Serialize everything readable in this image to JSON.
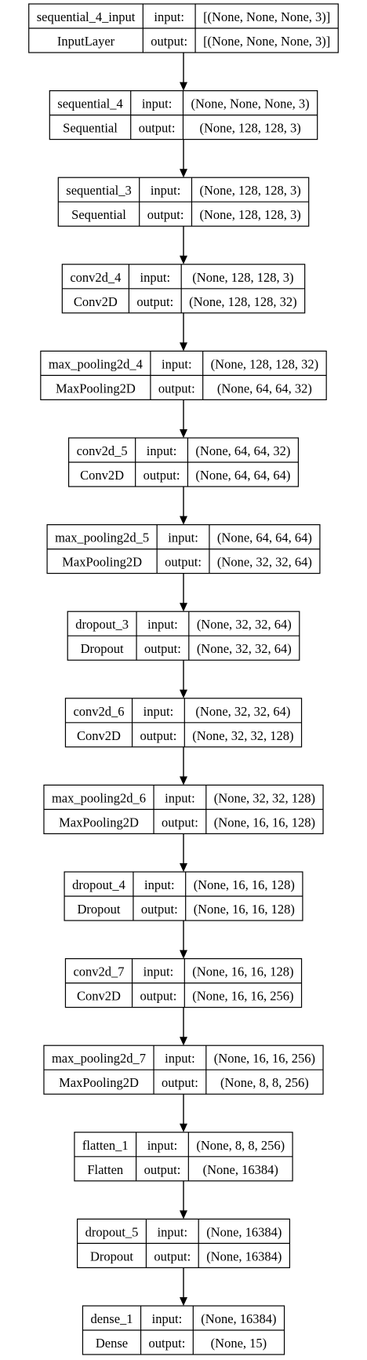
{
  "labels": {
    "input": "input:",
    "output": "output:"
  },
  "layers": [
    {
      "name": "sequential_4_input",
      "type": "InputLayer",
      "input_shape": "[(None, None, None, 3)]",
      "output_shape": "[(None, None, None, 3)]"
    },
    {
      "name": "sequential_4",
      "type": "Sequential",
      "input_shape": "(None, None, None, 3)",
      "output_shape": "(None, 128, 128, 3)"
    },
    {
      "name": "sequential_3",
      "type": "Sequential",
      "input_shape": "(None, 128, 128, 3)",
      "output_shape": "(None, 128, 128, 3)"
    },
    {
      "name": "conv2d_4",
      "type": "Conv2D",
      "input_shape": "(None, 128, 128, 3)",
      "output_shape": "(None, 128, 128, 32)"
    },
    {
      "name": "max_pooling2d_4",
      "type": "MaxPooling2D",
      "input_shape": "(None, 128, 128, 32)",
      "output_shape": "(None, 64, 64, 32)"
    },
    {
      "name": "conv2d_5",
      "type": "Conv2D",
      "input_shape": "(None, 64, 64, 32)",
      "output_shape": "(None, 64, 64, 64)"
    },
    {
      "name": "max_pooling2d_5",
      "type": "MaxPooling2D",
      "input_shape": "(None, 64, 64, 64)",
      "output_shape": "(None, 32, 32, 64)"
    },
    {
      "name": "dropout_3",
      "type": "Dropout",
      "input_shape": "(None, 32, 32, 64)",
      "output_shape": "(None, 32, 32, 64)"
    },
    {
      "name": "conv2d_6",
      "type": "Conv2D",
      "input_shape": "(None, 32, 32, 64)",
      "output_shape": "(None, 32, 32, 128)"
    },
    {
      "name": "max_pooling2d_6",
      "type": "MaxPooling2D",
      "input_shape": "(None, 32, 32, 128)",
      "output_shape": "(None, 16, 16, 128)"
    },
    {
      "name": "dropout_4",
      "type": "Dropout",
      "input_shape": "(None, 16, 16, 128)",
      "output_shape": "(None, 16, 16, 128)"
    },
    {
      "name": "conv2d_7",
      "type": "Conv2D",
      "input_shape": "(None, 16, 16, 128)",
      "output_shape": "(None, 16, 16, 256)"
    },
    {
      "name": "max_pooling2d_7",
      "type": "MaxPooling2D",
      "input_shape": "(None, 16, 16, 256)",
      "output_shape": "(None, 8, 8, 256)"
    },
    {
      "name": "flatten_1",
      "type": "Flatten",
      "input_shape": "(None, 8, 8, 256)",
      "output_shape": "(None, 16384)"
    },
    {
      "name": "dropout_5",
      "type": "Dropout",
      "input_shape": "(None, 16384)",
      "output_shape": "(None, 16384)"
    },
    {
      "name": "dense_1",
      "type": "Dense",
      "input_shape": "(None, 16384)",
      "output_shape": "(None, 15)"
    }
  ]
}
